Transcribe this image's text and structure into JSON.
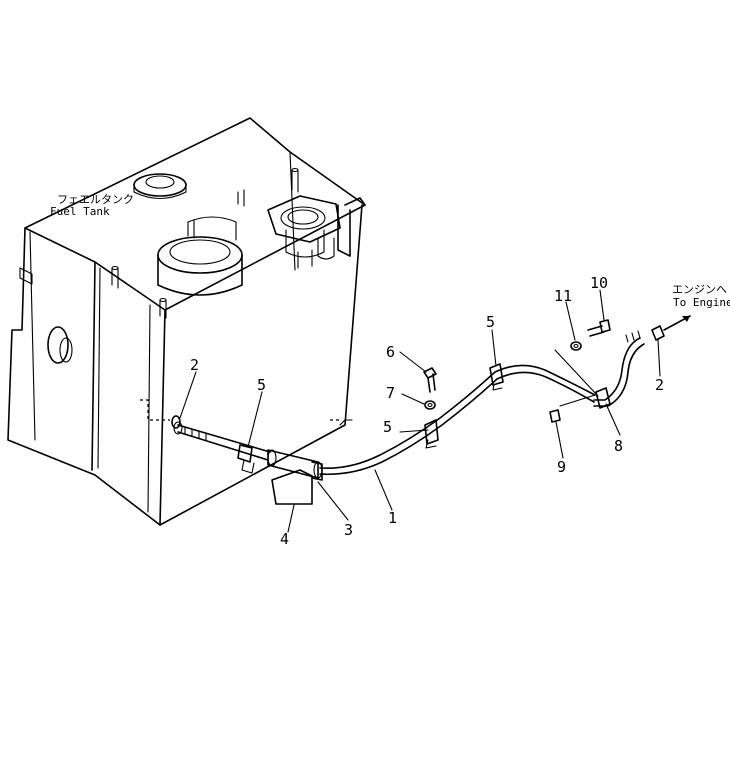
{
  "labels": {
    "fuel_tank_jp": "フェエルタンク",
    "fuel_tank_en": "Fuel Tank",
    "to_engine_jp": "エンジンへ",
    "to_engine_en": "To Engine"
  },
  "callouts": {
    "c1": "1",
    "c2_left": "2",
    "c2_right": "2",
    "c3": "3",
    "c4": "4",
    "c5_left": "5",
    "c5_mid": "5",
    "c5_top": "5",
    "c6": "6",
    "c7": "7",
    "c8": "8",
    "c9": "9",
    "c10": "10",
    "c11": "11"
  },
  "colors": {
    "ink": "#000000",
    "paper": "#ffffff"
  }
}
